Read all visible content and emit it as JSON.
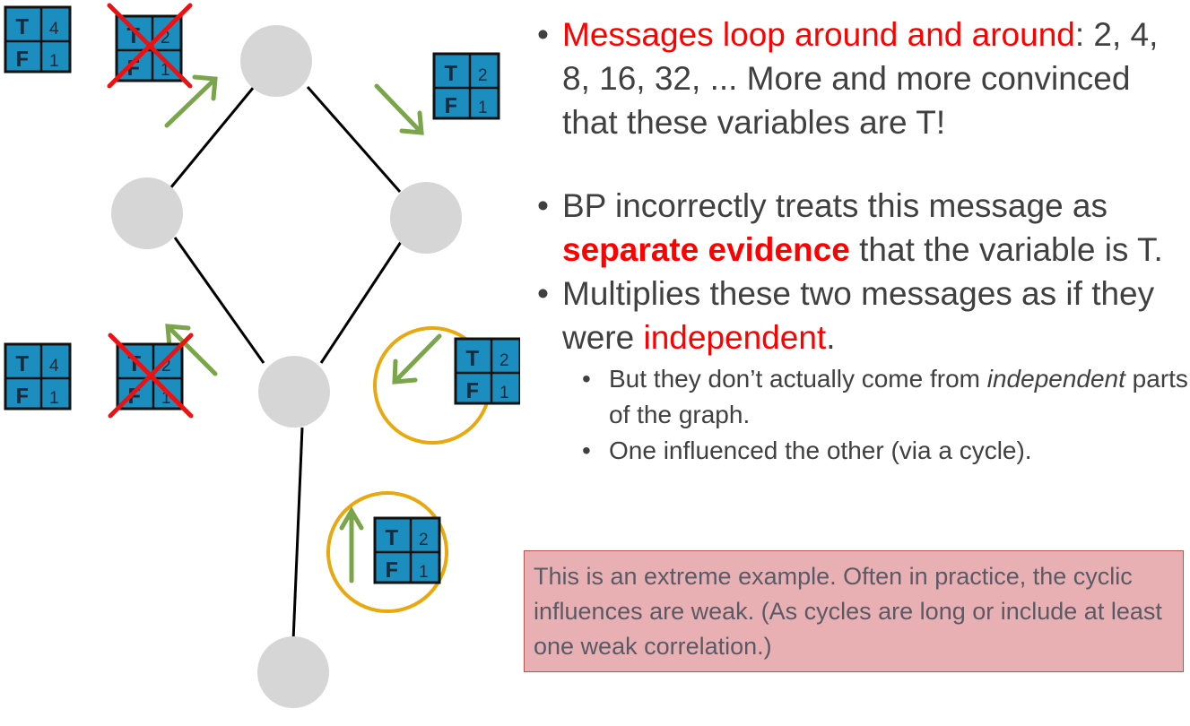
{
  "colors": {
    "node": "#d6d6d6",
    "edge": "#000000",
    "arrow": "#7aa54a",
    "cross": "#ee1111",
    "highlight_circle": "#e8a80e",
    "message_box": "#1b8ebf",
    "emphasis_text": "#ff0000",
    "note_background": "#e8b0b3"
  },
  "icons": [
    "green-arrow-icon",
    "red-x-cross-icon"
  ],
  "messages": {
    "tl": {
      "t_label": "T",
      "f_label": "F",
      "t_value": "4",
      "f_value": "1"
    },
    "tlx": {
      "t_label": "T",
      "f_label": "F",
      "t_value": "2",
      "f_value": "1"
    },
    "tr": {
      "t_label": "T",
      "f_label": "F",
      "t_value": "2",
      "f_value": "1"
    },
    "ml": {
      "t_label": "T",
      "f_label": "F",
      "t_value": "4",
      "f_value": "1"
    },
    "mlx": {
      "t_label": "T",
      "f_label": "F",
      "t_value": "2",
      "f_value": "1"
    },
    "mr": {
      "t_label": "T",
      "f_label": "F",
      "t_value": "2",
      "f_value": "1"
    },
    "bot": {
      "t_label": "T",
      "f_label": "F",
      "t_value": "2",
      "f_value": "1"
    }
  },
  "bullets": [
    {
      "emph": "Messages loop around and around",
      "tail": ": 2, 4, 8, 16, 32, ... More and more convinced that these variables are T!"
    },
    {
      "before": "BP incorrectly treats this message as ",
      "emph": "separate evidence",
      "after": " that the variable is T."
    },
    {
      "before": "Multiplies these two messages as if they were ",
      "emph": "independent",
      "after": "."
    }
  ],
  "sub_bullets": [
    {
      "before": "But they don’t actually come from ",
      "emph": "independent",
      "after": " parts of the graph."
    },
    {
      "text": "One influenced the other (via a cycle)."
    }
  ],
  "note": "This is an extreme example.  Often in practice, the cyclic influences are weak.  (As cycles are long or include at least one weak correlation.)"
}
